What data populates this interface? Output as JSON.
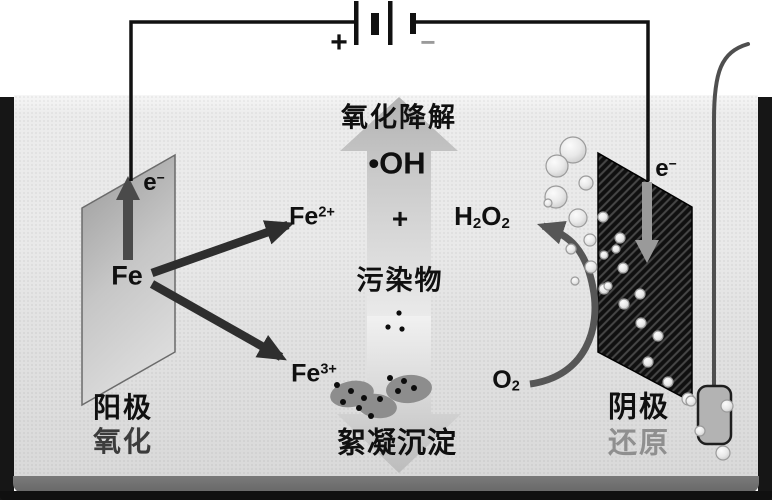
{
  "figure": {
    "description": "electro-Fenton electrochemical water treatment cell diagram",
    "labels": {
      "degradation": "氧化降解",
      "hydroxyl_radical": "•OH",
      "pollutant": "污染物",
      "flocculation": "絮凝沉淀",
      "anode": "阳极",
      "oxidation": "氧化",
      "cathode": "阴极",
      "reduction": "还原",
      "iron": "Fe",
      "fe2_base": "Fe",
      "fe2_sup": "2+",
      "fe3_base": "Fe",
      "fe3_sup": "3+",
      "plus": "+",
      "h2o2_h": "H",
      "h2o2_sub1": "2",
      "h2o2_o": "O",
      "h2o2_sub2": "2",
      "o2_base": "O",
      "o2_sub": "2",
      "electron_base": "e",
      "electron_sup": "−",
      "battery_plus": "+",
      "battery_minus": "−"
    },
    "colors": {
      "water": "#e6e6e6",
      "wall": "#161616",
      "sediment": "#6e6e6e",
      "anode_plate_light": "#d8d8d8",
      "anode_plate_dark": "#9a9a9a",
      "cathode_plate": "#141414",
      "big_arrow_dark": "#b5b5b5",
      "big_arrow_light": "#efefef",
      "reaction_arrow": "#2e2e2e",
      "electron_arrow_anode": "#4a4a4a",
      "electron_arrow_cathode": "#9a9a9a",
      "curved_arrow": "#565656",
      "reduction_text": "#8f8f8f",
      "battery_minus_text": "#9a9a9a"
    }
  }
}
